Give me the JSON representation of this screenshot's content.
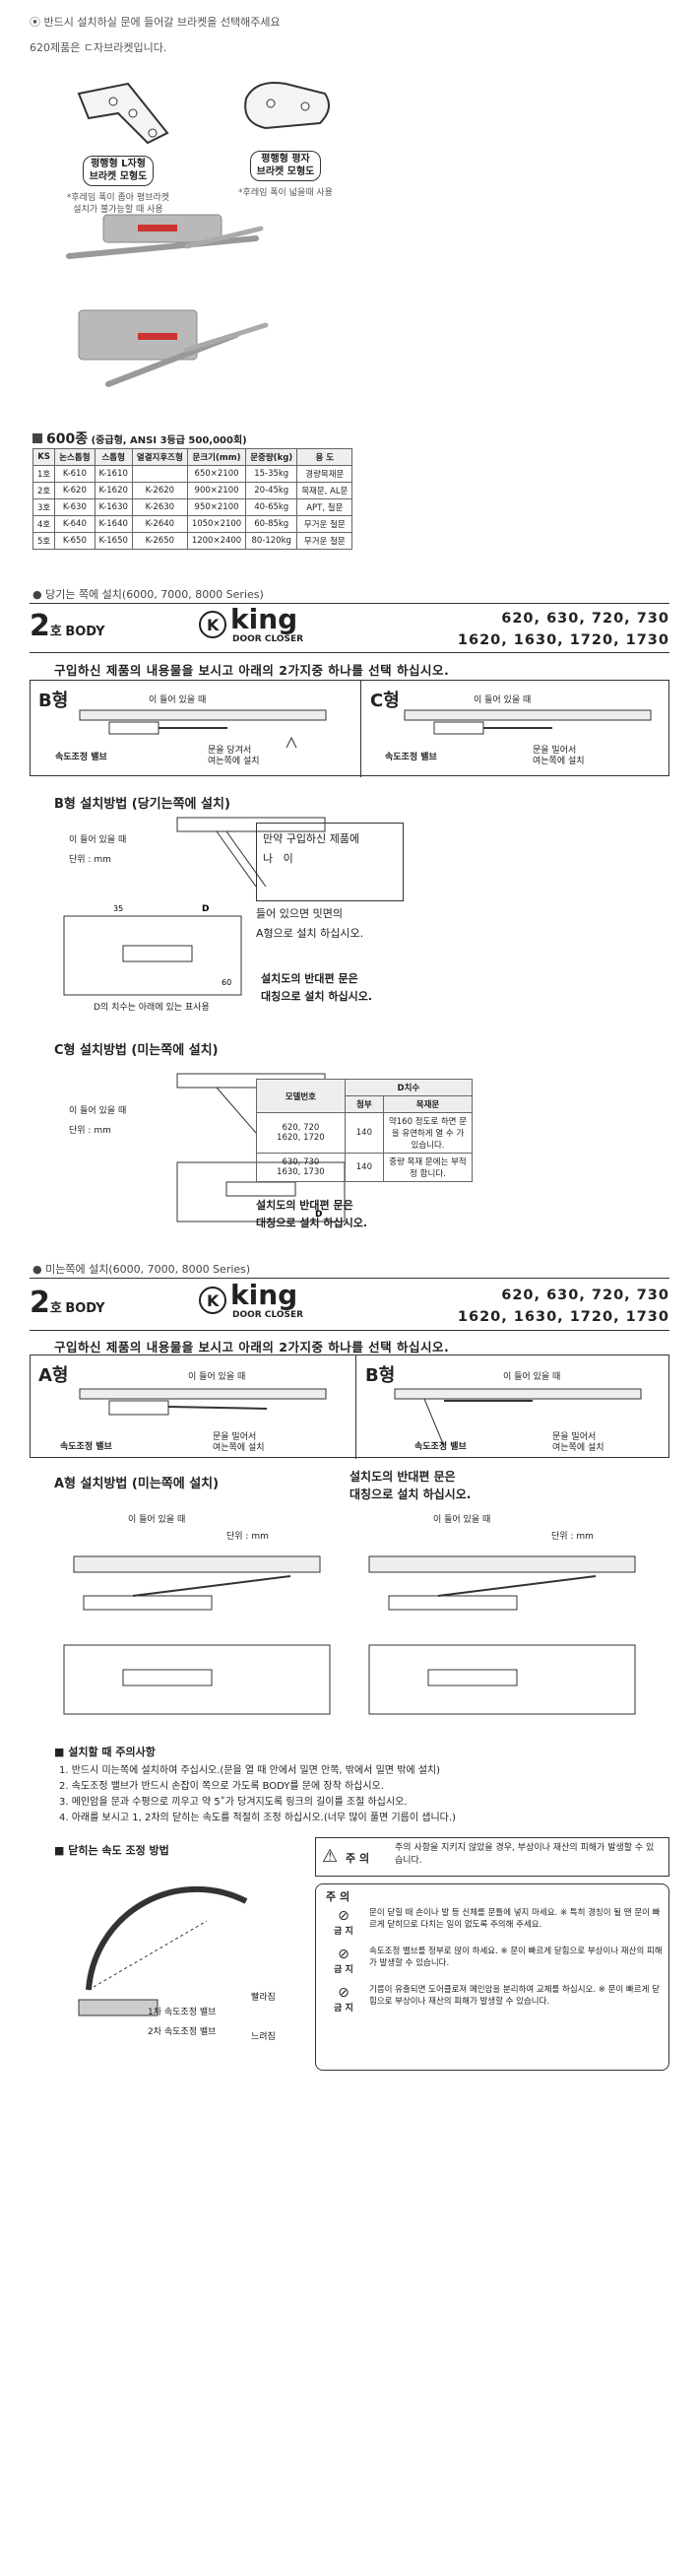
{
  "intro": {
    "line1": "반드시 설치하실 문에 들어갈 브라켓을 선택해주세요",
    "line2": "620제품은 ㄷ자브라켓입니다."
  },
  "brackets": [
    {
      "label1": "평행형 L자형",
      "label2": "브라켓 모형도",
      "note1": "*후레임 폭이 좁아 평브라켓",
      "note2": "설치가 불가능할 때 사용"
    },
    {
      "label1": "평행형 평자",
      "label2": "브라켓 모형도",
      "note1": "*후레임 폭이 넓을때 사용",
      "note2": ""
    }
  ],
  "spec": {
    "title": "600종",
    "title_note": "(중급형, ANSI 3등급 500,000회)",
    "headers": [
      "KS",
      "논스톱형",
      "스톱형",
      "열결지후즈형",
      "문크기(mm)",
      "문중량(kg)",
      "용 도"
    ],
    "rows": [
      [
        "1호",
        "K-610",
        "K-1610",
        "",
        "650×2100",
        "15-35kg",
        "경량목재문"
      ],
      [
        "2호",
        "K-620",
        "K-1620",
        "K-2620",
        "900×2100",
        "20-45kg",
        "목재문, AL문"
      ],
      [
        "3호",
        "K-630",
        "K-1630",
        "K-2630",
        "950×2100",
        "40-65kg",
        "APT, 철문"
      ],
      [
        "4호",
        "K-640",
        "K-1640",
        "K-2640",
        "1050×2100",
        "60-85kg",
        "무거운 철문"
      ],
      [
        "5호",
        "K-650",
        "K-1650",
        "K-2650",
        "1200×2400",
        "80-120kg",
        "무거운 철문"
      ]
    ]
  },
  "section1": {
    "bullet": "● 당기는 쪽에 설치(6000, 7000, 8000 Series)",
    "size_num": "2",
    "size_suffix": "호",
    "body": "BODY",
    "brand": "king",
    "brand_sub": "DOOR CLOSER",
    "models1": "620,  630,  720,  730",
    "models2": "1620, 1630, 1720, 1730",
    "instruction": "구입하신 제품의 내용물을 보시고 아래의 2가지중 하나를 선택 하십시오.",
    "optB": "B형",
    "optC": "C형",
    "label_in": "이 들어 있을 때",
    "speed_valve": "속도조정 밸브",
    "pull_note1": "문을 당겨서",
    "pull_note2": "여는쪽에 설치",
    "push_note1": "문을 밀어서",
    "push_note2": "여는쪽에 설치",
    "b_title": "B형 설치방법 (당기는쪽에 설치)",
    "b_in": "이 들어 있을 때",
    "unit": "단위 : mm",
    "b_q1": "만약 구입하신 제품에",
    "b_q2": "나",
    "b_q3": "이",
    "b_q4": "들어 있으면 밋면의",
    "b_q5": "A형으로 설치 하십시오.",
    "d_note": "D의 치수는 아래에 있는 표사용",
    "b_opp1": "설치도의 반대편 문은",
    "b_opp2": "대칭으로 설치 하십시오.",
    "c_title": "C형 설치방법 (미는쪽에 설치)",
    "c_in": "이 들어 있을 때",
    "d_table_title": "D치수",
    "d_table_cols": [
      "모델번호",
      "첨부",
      "목재문"
    ],
    "d_table_rows": [
      [
        "620, 720\n1620, 1720",
        "140",
        "약160 정도로 하면 문을 유연하게 열 수 가 있습니다."
      ],
      [
        "630, 730\n1630, 1730",
        "140",
        "중량 목재 문에는 부적정 합니다."
      ]
    ],
    "c_opp1": "설치도의 반대편 문은",
    "c_opp2": "대칭으로 설치 하십시오."
  },
  "section2": {
    "bullet": "● 미는쪽에 설치(6000, 7000, 8000 Series)",
    "optA": "A형",
    "optB": "B형",
    "label_in": "이 들어 있을 때",
    "speed_valve": "속도조정 밸브",
    "push_note1": "문을 밀어서",
    "push_note2": "여는쪽에 설치",
    "a_title": "A형 설치방법 (미는쪽에 설치)",
    "a_opp1": "설치도의 반대편 문은",
    "a_opp2": "대칭으로 설치 하십시오.",
    "caution_title": "■ 설치할 때 주의사항",
    "caution_items": [
      "1. 반드시 미는쪽에 설치하여 주십시오.(문을 열 때 안에서 밀면 안쪽, 밖에서 밀면 밖에 설치)",
      "2. 속도조정 밸브가 반드시 손잡이 쪽으로 가도록 BODY를 문에 장착 하십시오.",
      "3. 메인암을 문과 수평으로 끼우고 약 5˚가 당겨지도록 링크의 길이를 조절 하십시오.",
      "4. 아래를 보시고 1, 2차의 닫히는 속도를 적절히 조정 하십시오.(너무 많이 풀면 기름이 샙니다.)"
    ],
    "speed_title": "■ 닫히는 속도 조정 방법",
    "speed_1st": "1차 속도조정 밸브",
    "speed_2nd": "2차 속도조정 밸브",
    "fast": "빨라짐",
    "slow": "느려짐",
    "warn_head": "주 의",
    "warn_text": "주의 사항을 지키지 않았을 경우, 부상이나 재산의 피해가 발생할 수 있습니다.",
    "prohibit_head": "주 의",
    "prohibits": [
      {
        "tag": "금 지",
        "text": "문이 닫힐 때 손이나 발 등 신체를 문틀에 넣지 마세요. ※ 특히 경칭이 될 땐 문이 빠르게 닫히므로 다치는 일이 없도록 주의해 주세요."
      },
      {
        "tag": "금 지",
        "text": "속도조정 밸브를 정부로 많이 하세요. ※ 문이 빠르게 닫힘으로 부상이나 재산의 피해가 발생할 수 있습니다."
      },
      {
        "tag": "금 지",
        "text": "기름이 유출되면 도어클로져 메인암을 분리하여 교체를 하십시오. ※ 문이 빠르게 닫힘으로 부상이나 재산의 피해가 발생할 수 있습니다."
      }
    ]
  }
}
